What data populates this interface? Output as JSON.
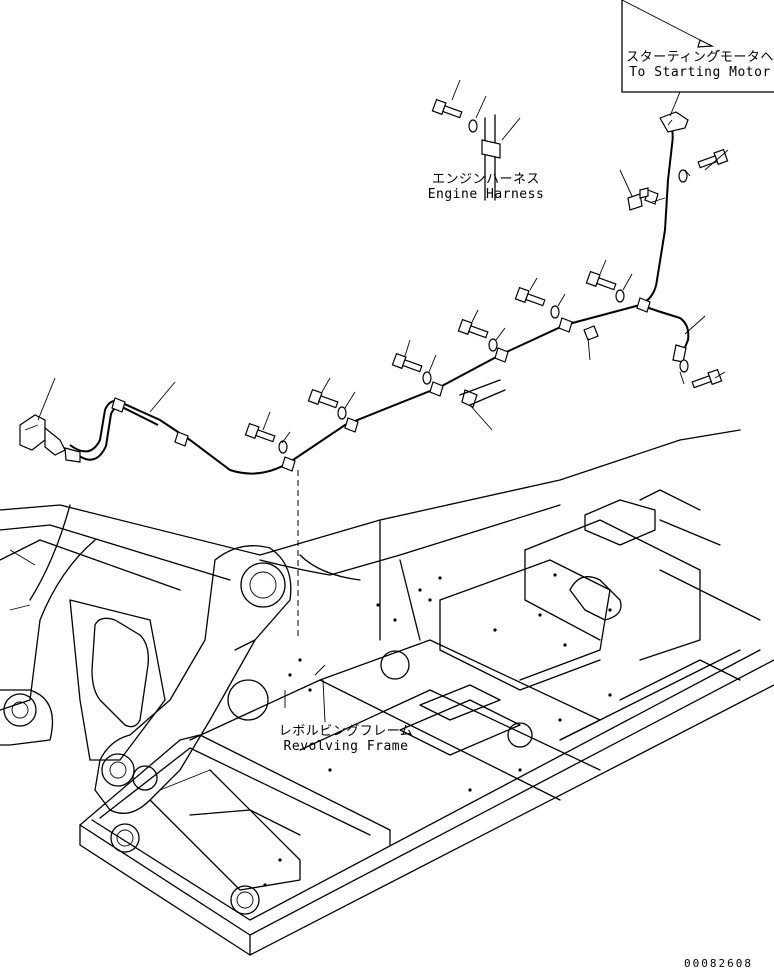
{
  "labels": {
    "starting_motor": [
      "スターティングモータヘ",
      "To Starting Motor"
    ],
    "engine_harness": [
      "エンジンハーネス",
      "Engine Harness"
    ],
    "revolving_frame": [
      "レボルビングフレーム",
      "Revolving Frame"
    ]
  },
  "drawing_number": "00082608"
}
